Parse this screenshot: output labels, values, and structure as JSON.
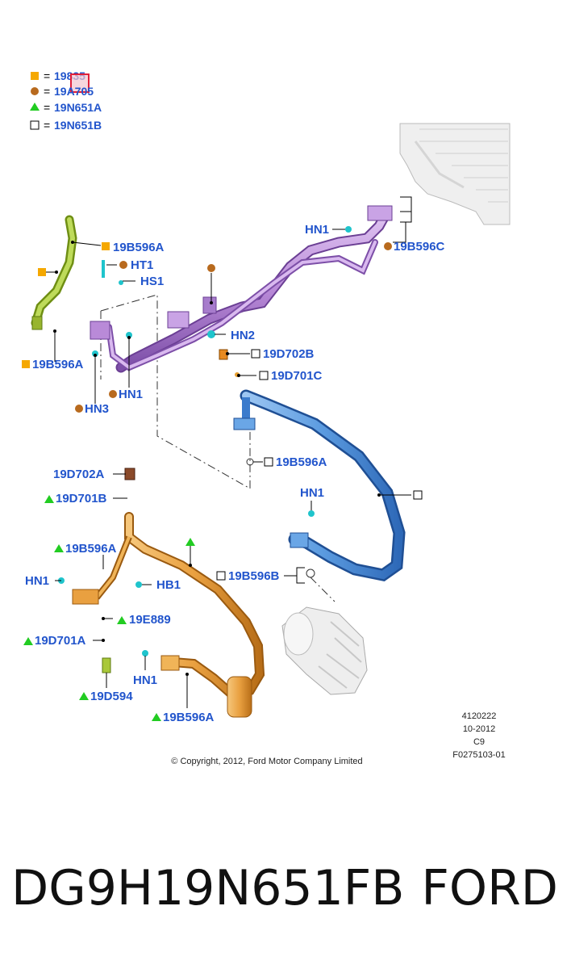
{
  "legend": [
    {
      "symbol": "orange-square",
      "eq": "=",
      "code": "19835"
    },
    {
      "symbol": "brown-circle",
      "eq": "=",
      "code": "19A705"
    },
    {
      "symbol": "green-triangle",
      "eq": "=",
      "code": "19N651A"
    },
    {
      "symbol": "outline-square",
      "eq": "=",
      "code": "19N651B"
    }
  ],
  "callouts": {
    "c_19B596A_top": "19B596A",
    "c_HT1": "HT1",
    "c_HS1": "HS1",
    "c_19B596A_left": "19B596A",
    "c_HN1_left": "HN1",
    "c_HN3": "HN3",
    "c_HN2": "HN2",
    "c_HN1_top": "HN1",
    "c_19B596C": "19B596C",
    "c_19D702B": "19D702B",
    "c_19D701C": "19D701C",
    "c_19B596A_mid": "19B596A",
    "c_HN1_blue": "HN1",
    "c_19B596B": "19B596B",
    "c_19D702A": "19D702A",
    "c_19D701B": "19D701B",
    "c_19B596A_orange": "19B596A",
    "c_HN1_orange": "HN1",
    "c_HB1": "HB1",
    "c_19E889": "19E889",
    "c_19D701A": "19D701A",
    "c_19D594": "19D594",
    "c_HN1_bottom": "HN1",
    "c_19B596A_bottom": "19B596A"
  },
  "meta": {
    "line1": "4120222",
    "line2": "10-2012",
    "line3": "C9",
    "line4": "F0275103-01",
    "copyright": "© Copyright, 2012, Ford Motor Company Limited"
  },
  "footer": {
    "part_number": "DG9H19N651FB",
    "brand": "FORD"
  },
  "colors": {
    "label_blue": "#2255cc",
    "orange_square": "#f5a800",
    "brown_circle": "#b86a1e",
    "green_triangle": "#22cc22",
    "hose_purple": "#b98ad8",
    "hose_blue": "#5b9be0",
    "hose_orange": "#e9a040",
    "hose_green": "#a9c83a",
    "cyan_clip": "#1fc4cc"
  },
  "icons": [
    "orange-square",
    "brown-circle",
    "green-triangle",
    "outline-square",
    "cyan-clip",
    "highlight-box"
  ]
}
